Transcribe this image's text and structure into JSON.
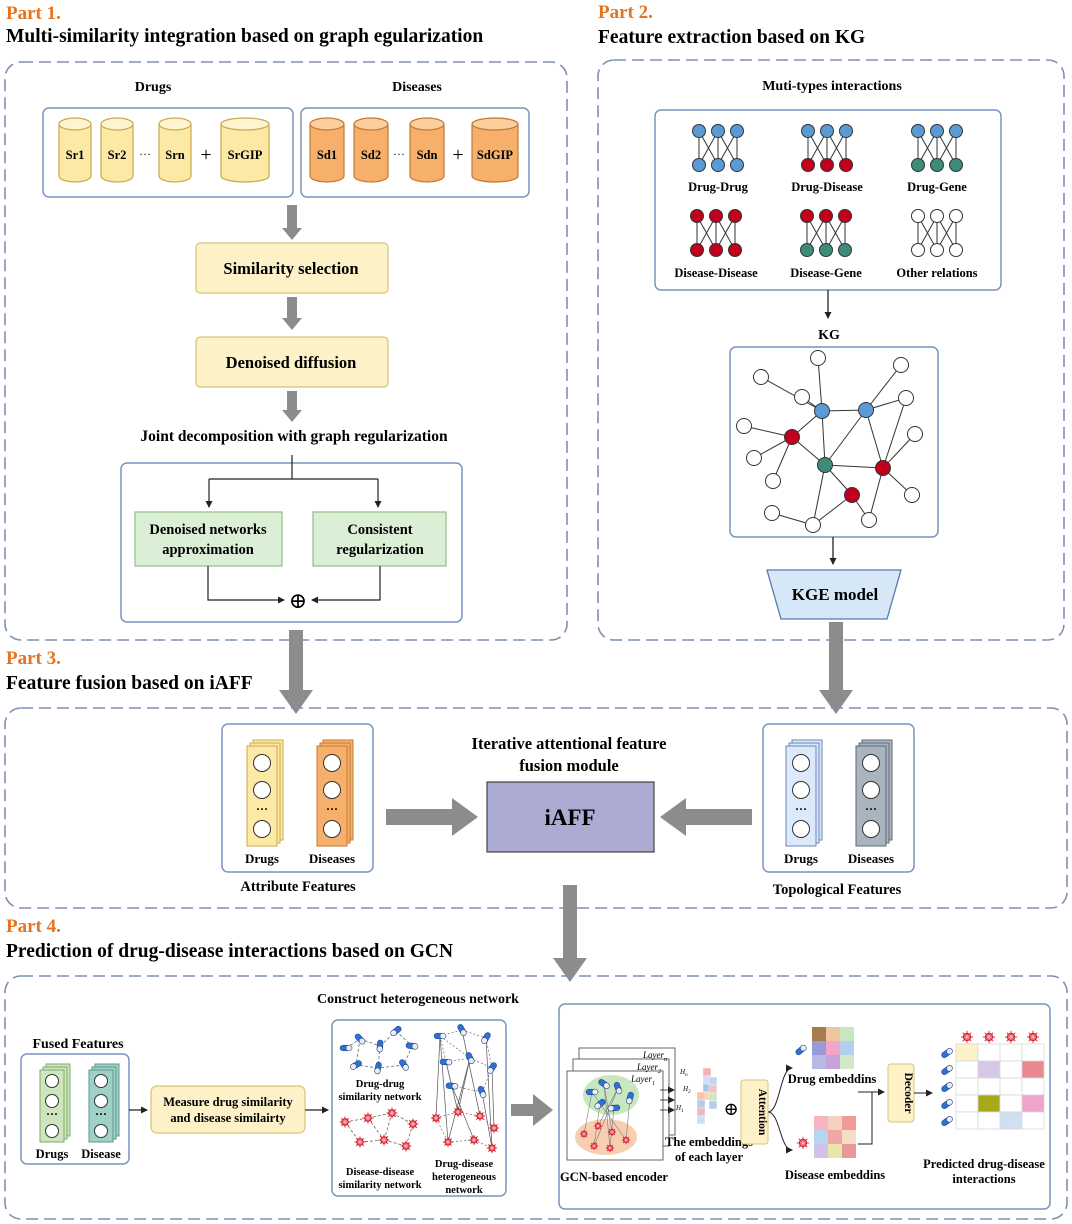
{
  "part1": {
    "label": "Part 1.",
    "title": "Multi-similarity integration based on graph egularization",
    "drugs_header": "Drugs",
    "diseases_header": "Diseases",
    "drug_sims": [
      "Sr1",
      "Sr2",
      "Srn"
    ],
    "drug_gip": "SrGIP",
    "disease_sims": [
      "Sd1",
      "Sd2",
      "Sdn"
    ],
    "disease_gip": "SdGIP",
    "ellipsis": "···",
    "plus": "+",
    "similarity_selection": "Similarity selection",
    "denoised_diffusion": "Denoised diffusion",
    "joint_decomposition": "Joint decomposition with graph regularization",
    "denoised_networks_line1": "Denoised networks",
    "denoised_networks_line2": "approximation",
    "consistent_line1": "Consistent",
    "consistent_line2": "regularization",
    "oplus": "⊕"
  },
  "part2": {
    "label": "Part 2.",
    "title": "Feature extraction based on KG",
    "interactions_header": "Muti-types interactions",
    "interaction_types": [
      "Drug-Drug",
      "Drug-Disease",
      "Drug-Gene",
      "Disease-Disease",
      "Disease-Gene",
      "Other relations"
    ],
    "kg_label": "KG",
    "kge_model": "KGE model"
  },
  "part3": {
    "label": "Part 3.",
    "title": "Feature fusion based on iAFF",
    "module_line1": "Iterative attentional feature",
    "module_line2": "fusion module",
    "iaff": "iAFF",
    "drugs": "Drugs",
    "diseases": "Diseases",
    "attribute_features": "Attribute Features",
    "topological_features": "Topological Features",
    "ellipsis": "···"
  },
  "part4": {
    "label": "Part 4.",
    "title": "Prediction of drug-disease interactions based on GCN",
    "construct_network": "Construct heterogeneous network",
    "fused_features": "Fused Features",
    "drugs": "Drugs",
    "disease": "Disease",
    "measure_line1": "Measure drug similarity",
    "measure_line2": "and disease similairty",
    "drug_drug_net_line1": "Drug-drug",
    "drug_drug_net_line2": "similarity network",
    "disease_disease_net_line1": "Disease-disease",
    "disease_disease_net_line2": "similarity network",
    "hetero_line1": "Drug-disease",
    "hetero_line2": "heterogeneous",
    "hetero_line3": "network",
    "layer_labels": [
      "Layer",
      "Layer",
      "Layer"
    ],
    "layer_subscripts": [
      "n",
      "2",
      "1"
    ],
    "h_labels": [
      "H",
      "H",
      "H"
    ],
    "h_subscripts": [
      "n",
      "2",
      "1"
    ],
    "gcn_encoder": "GCN-based encoder",
    "embeddings_line1": "The embeddings",
    "embeddings_line2": "of each layer",
    "attention": "Attention",
    "drug_embeddings": "Drug embeddins",
    "disease_embeddings": "Disease embeddins",
    "decoder": "Decoder",
    "predicted_line1": "Predicted drug-disease",
    "predicted_line2": "interactions",
    "oplus": "⊕"
  },
  "colors": {
    "part_label": "#e8731e",
    "frame_dash": "#7d8fb3",
    "box_border": "#7a93bf",
    "drug_cyl_fill": "#fde9a6",
    "drug_cyl_stroke": "#c9a94c",
    "disease_cyl_fill": "#f6b06b",
    "disease_cyl_stroke": "#c27833",
    "selection_fill": "#fdf1c8",
    "selection_stroke": "#d9c27a",
    "green_fill": "#dbeed6",
    "green_stroke": "#8fbf85",
    "node_blue": "#5b9bd5",
    "node_red": "#c0001c",
    "node_teal": "#3d8b78",
    "iaff_fill": "#ababd3",
    "kge_fill": "#d6e8f7",
    "big_arrow": "#8c8c8c"
  }
}
